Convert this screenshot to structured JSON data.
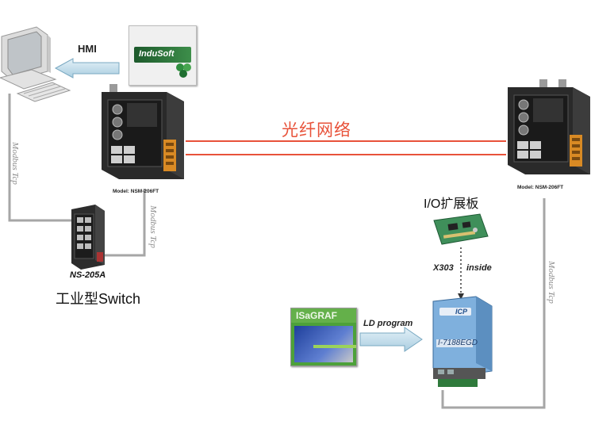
{
  "labels": {
    "hmi": "HMI",
    "fiber": "光纤网络",
    "model_left": "Model: NSM-206FT",
    "model_right": "Model: NSM-206FT",
    "modbus_left": "Modbus Tcp",
    "modbus_mid": "Modbus Tcp",
    "modbus_right": "Modbus Tcp",
    "switch_model": "NS-205A",
    "switch_caption": "工业型Switch",
    "io_board": "I/O扩展板",
    "x303": "X303",
    "inside": "inside",
    "ld_program": "LD program",
    "plc_model": "I-7188EGD",
    "indusoft_logo": "InduSoft",
    "isagraf_logo": "ISaGRAF",
    "icp_logo": "ICP"
  },
  "colors": {
    "fiber_line": "#e8523a",
    "fiber_text": "#e8523a",
    "cable": "#a6a6a6",
    "arrow_fill": "#bcd9e8",
    "device_dark": "#2a2a2a",
    "module_blue": "#6a9fd0"
  }
}
